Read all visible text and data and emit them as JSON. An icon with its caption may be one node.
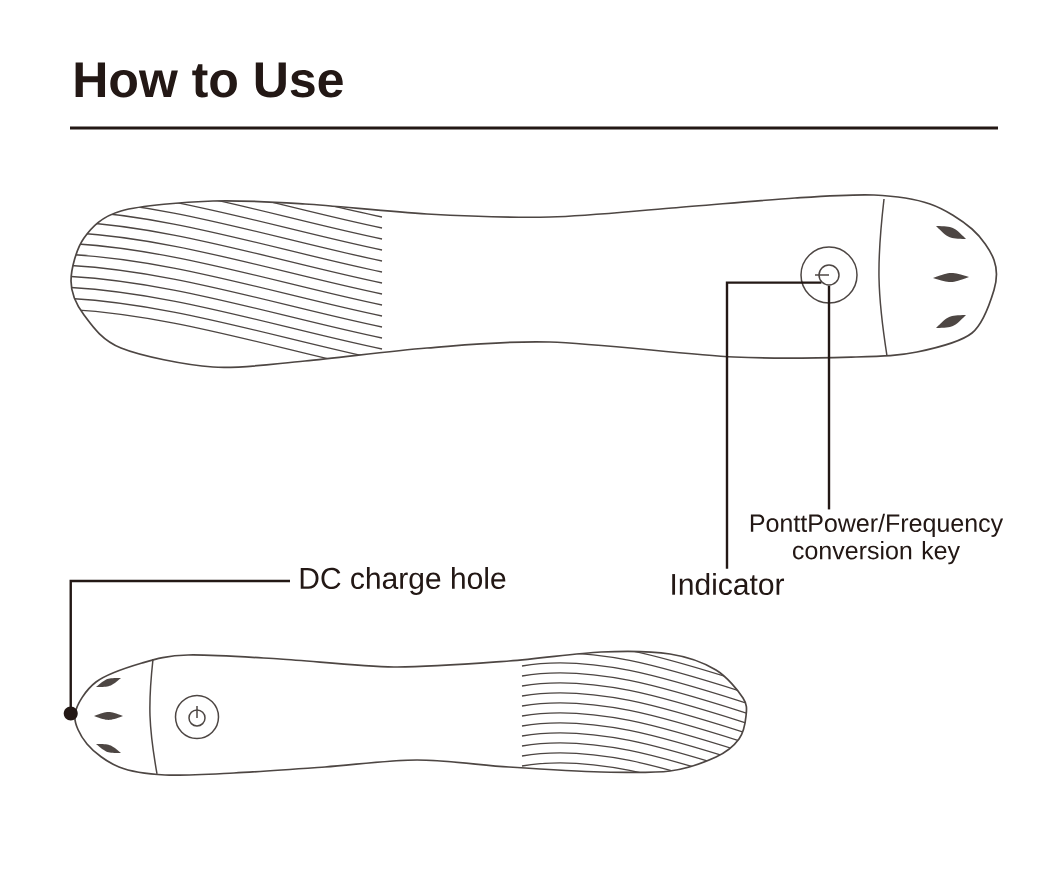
{
  "diagram": {
    "title": "How to Use",
    "nodes": [
      {
        "text": [],
        "shape": "picture"
      },
      {
        "text": [],
        "shape": "circle",
        "in": 0
      },
      {
        "text": [
          "PonttPower/Frequency conversion key"
        ]
      },
      {
        "text": [
          "DC charge hole"
        ]
      },
      {
        "text": [
          "Indicator"
        ]
      },
      {
        "text": [],
        "shape": "picture"
      }
    ],
    "edges": [
      {
        "from": 2,
        "to": 1,
        "arrow": "none"
      },
      {
        "from": 4,
        "to": 1,
        "arrow": "none"
      },
      {
        "from": 3,
        "to": 5,
        "arrow": "other"
      }
    ]
  }
}
